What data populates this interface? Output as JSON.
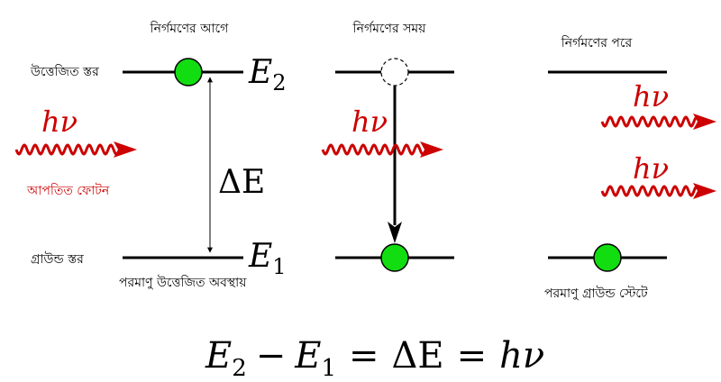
{
  "stages": {
    "before": "নির্গমণের আগে",
    "during": "নির্গমণের সময়",
    "after": "নির্গমণের পরে"
  },
  "levels": {
    "excited_label": "উত্তেজিত স্তর",
    "ground_label": "গ্রাউন্ড স্তর",
    "upper_symbol": "E",
    "upper_sub": "2",
    "lower_symbol": "E",
    "lower_sub": "1"
  },
  "photon": {
    "symbol": "hν",
    "incident_label": "আপতিত ফোটন"
  },
  "gap": {
    "label": "ΔE"
  },
  "captions": {
    "excited_state": "পরমাণু উত্তেজিত অবস্থায়",
    "ground_state": "পরমাণু গ্রাউন্ড স্টেটে"
  },
  "equation": {
    "e2": "E",
    "e2_sub": "2",
    "minus": "−",
    "e1": "E",
    "e1_sub": "1",
    "eq1": "=",
    "delta_e": "ΔE",
    "eq2": "=",
    "h_nu": "hν"
  },
  "colors": {
    "atom": "#11dd11",
    "photon": "#cc0000",
    "level": "#000000"
  }
}
